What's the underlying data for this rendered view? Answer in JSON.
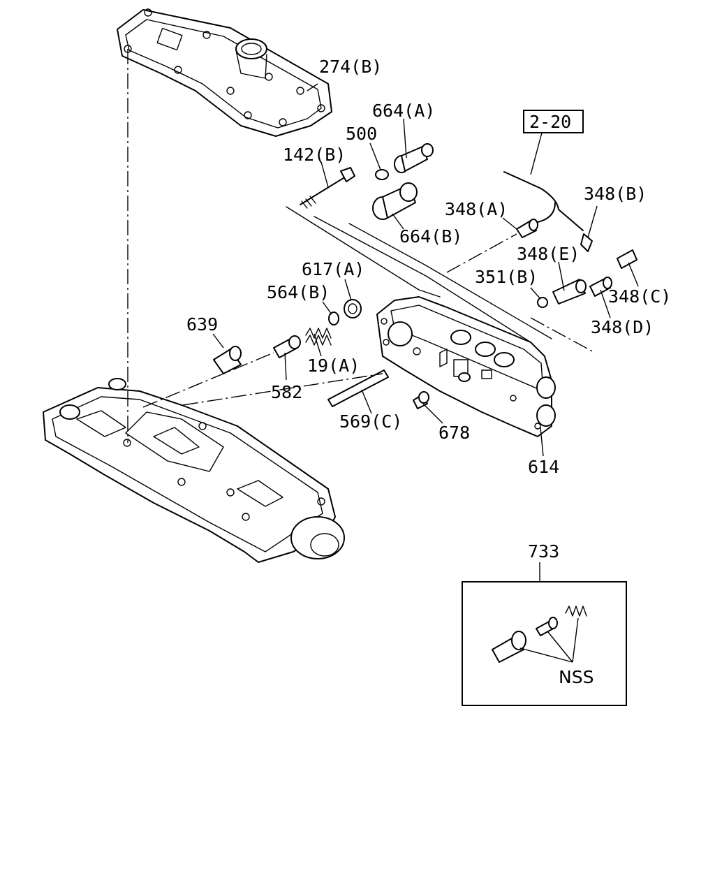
{
  "diagram": {
    "labels": {
      "p274b": "274(B)",
      "p664a": "664(A)",
      "p500": "500",
      "p142b": "142(B)",
      "p664b": "664(B)",
      "ref220": "2-20",
      "p348a": "348(A)",
      "p348b": "348(B)",
      "p348e": "348(E)",
      "p351b": "351(B)",
      "p348c": "348(C)",
      "p348d": "348(D)",
      "p617a": "617(A)",
      "p564b": "564(B)",
      "p639": "639",
      "p19a": "19(A)",
      "p582": "582",
      "p569c": "569(C)",
      "p678": "678",
      "p614": "614",
      "p733": "733",
      "nss": "NSS"
    }
  }
}
